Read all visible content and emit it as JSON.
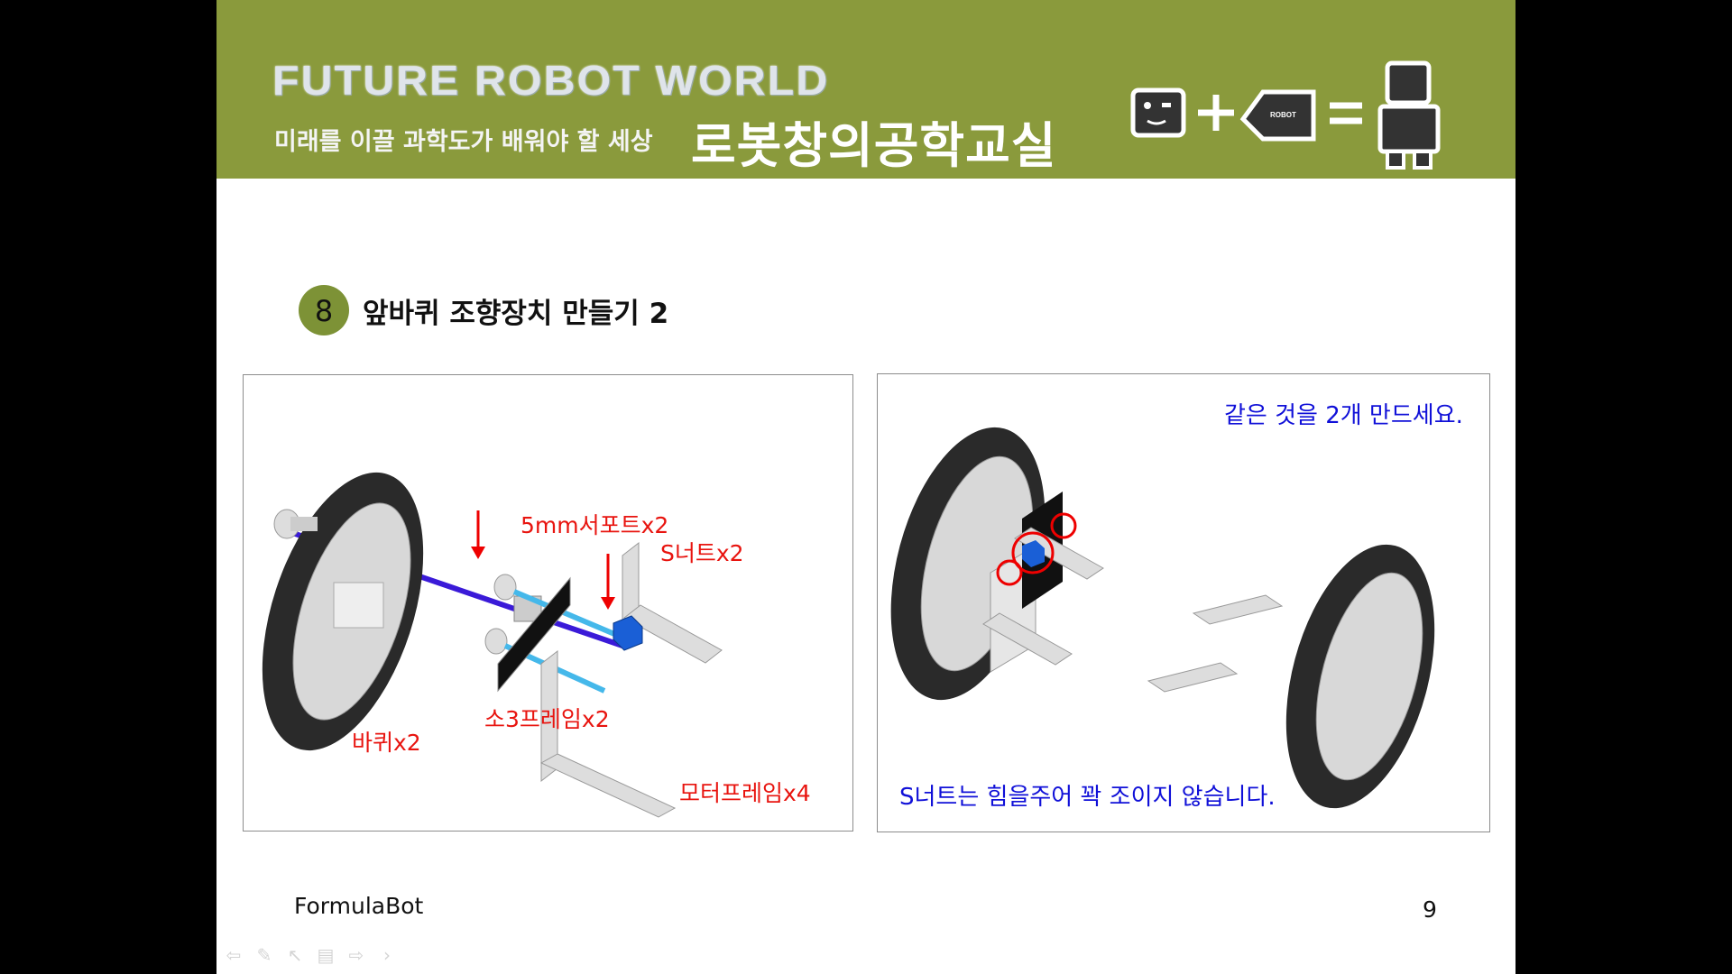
{
  "header": {
    "brand": "FUTURE ROBOT WORLD",
    "subtitle": "미래를 이끌 과학도가 배워야 할 세상",
    "class_name": "로봇창의공학교실",
    "logo_text": "ROBOT"
  },
  "step": {
    "number": "8",
    "title": "앞바퀴 조향장치 만들기 2"
  },
  "left_figure": {
    "labels": {
      "support": "5mm서포트x2",
      "snut": "S너트x2",
      "frame3": "소3프레임x2",
      "wheel": "바퀴x2",
      "motor_frame": "모터프레임x4"
    }
  },
  "right_figure": {
    "note_top": "같은 것을 2개 만드세요.",
    "note_bottom": "S너트는 힘을주어 꽉 조이지 않습니다."
  },
  "footer": {
    "text": "FormulaBot",
    "page_number": "9"
  },
  "colors": {
    "header_green": "#8a9a3c",
    "label_red": "#e8140f",
    "note_blue": "#1010d8"
  }
}
